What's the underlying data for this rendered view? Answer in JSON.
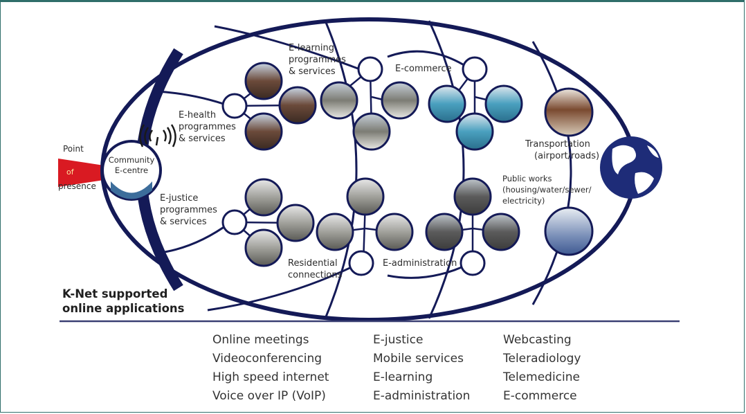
{
  "diagram": {
    "point_of_presence": [
      "Point",
      "of",
      "presence"
    ],
    "community_centre": [
      "Community",
      "E-centre"
    ],
    "ehealth": [
      "E-health",
      "programmes",
      "& services"
    ],
    "elearning": [
      "E-learning",
      "programmes",
      "& services"
    ],
    "ecommerce": "E-commerce",
    "transportation": [
      "Transportation",
      "(airport/roads)"
    ],
    "public_works": [
      "Public works",
      "(housing/water/sewer/",
      "electricity)"
    ],
    "ejustice": [
      "E-justice",
      "programmes",
      "& services"
    ],
    "residential": [
      "Residential",
      "connections"
    ],
    "eadministration": "E-administration",
    "knet_title": [
      "K-Net supported",
      "online applications"
    ]
  },
  "applications": [
    [
      "Online meetings",
      "Videoconferencing",
      "High speed internet",
      "Voice over IP (VoIP)"
    ],
    [
      "E-justice",
      "Mobile services",
      "E-learning",
      "E-administration"
    ],
    [
      "Webcasting",
      "Teleradiology",
      "Telemedicine",
      "E-commerce"
    ]
  ],
  "colors": {
    "lines": "#141a57",
    "accent_red": "#d91a22",
    "frame": "#2f6e6a"
  }
}
